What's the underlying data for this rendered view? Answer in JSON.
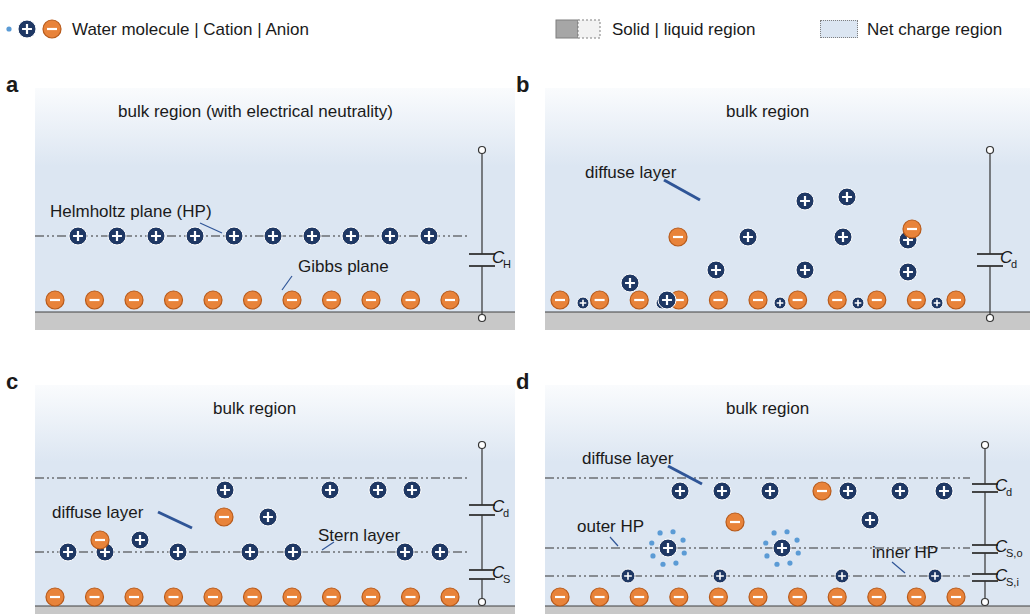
{
  "diagram": {
    "labels": [
      "a",
      "bulk region (with electrical neutrality)",
      "Helmholtz plane (HP)",
      "Gibbs plane",
      "C",
      "H",
      "b",
      "bulk region",
      "diffuse layer",
      "C",
      "d",
      "c",
      "bulk region",
      "diffuse layer",
      "Stern layer",
      "C",
      "d",
      "C",
      "S",
      "d",
      "bulk region",
      "diffuse layer",
      "outer HP",
      "inner HP",
      "C",
      "d",
      "C",
      "S,o",
      "C",
      "S,i"
    ],
    "legend": [
      {
        "text": "Water molecule | Cation | Anion"
      },
      {
        "text": "Solid | liquid region"
      },
      {
        "text": "Net charge region",
        "color": "#dce6f2"
      }
    ]
  }
}
